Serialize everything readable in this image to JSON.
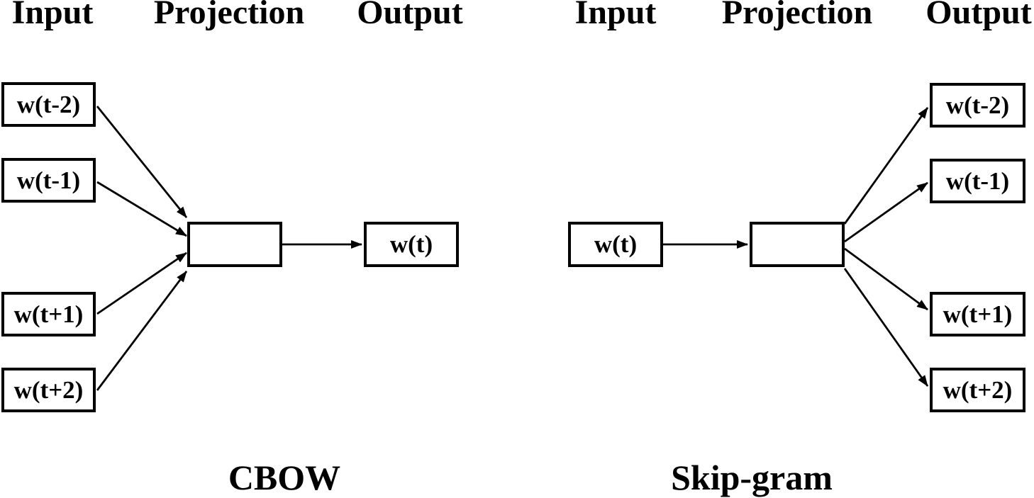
{
  "colors": {
    "foreground": "#000000",
    "background": "#ffffff"
  },
  "cbow": {
    "headers": {
      "input": "Input",
      "projection": "Projection",
      "output": "Output"
    },
    "inputs": [
      "w(t-2)",
      "w(t-1)",
      "w(t+1)",
      "w(t+2)"
    ],
    "output": "w(t)",
    "caption": "CBOW",
    "connections": [
      {
        "from": "w(t-2)",
        "to": "projection"
      },
      {
        "from": "w(t-1)",
        "to": "projection"
      },
      {
        "from": "w(t+1)",
        "to": "projection"
      },
      {
        "from": "w(t+2)",
        "to": "projection"
      },
      {
        "from": "projection",
        "to": "w(t)"
      }
    ]
  },
  "skipgram": {
    "headers": {
      "input": "Input",
      "projection": "Projection",
      "output": "Output"
    },
    "input": "w(t)",
    "outputs": [
      "w(t-2)",
      "w(t-1)",
      "w(t+1)",
      "w(t+2)"
    ],
    "caption": "Skip-gram",
    "connections": [
      {
        "from": "w(t)",
        "to": "projection"
      },
      {
        "from": "projection",
        "to": "w(t-2)"
      },
      {
        "from": "projection",
        "to": "w(t-1)"
      },
      {
        "from": "projection",
        "to": "w(t+1)"
      },
      {
        "from": "projection",
        "to": "w(t+2)"
      }
    ]
  }
}
